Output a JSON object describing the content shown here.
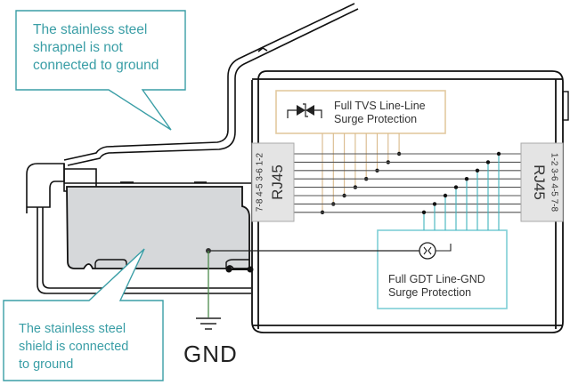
{
  "callouts": {
    "shrapnel": {
      "lines": [
        "The stainless steel",
        "shrapnel is not",
        "connected to ground"
      ]
    },
    "shield": {
      "lines": [
        "The stainless steel",
        "shield is connected",
        "to ground"
      ]
    }
  },
  "tvs_box": {
    "lines": [
      "Full TVS Line-Line",
      "Surge Protection"
    ],
    "icon": "tvs-diode-icon"
  },
  "gdt_box": {
    "lines": [
      "Full GDT Line-GND",
      "Surge Protection"
    ],
    "icon": "gas-discharge-tube-icon"
  },
  "rj45_left": {
    "label": "RJ45",
    "pins": "7-8 4-5 3-6 1-2"
  },
  "rj45_right": {
    "label": "RJ45",
    "pins": "1-2 3-6 4-5 7-8"
  },
  "ground": {
    "label": "GND",
    "icon": "ground-symbol-icon"
  },
  "colors": {
    "callout": "#3a9ea6",
    "tvs_border": "#e2c9a0",
    "tvs_lines": "#d9b98a",
    "gdt_border": "#7fcfd6",
    "gdt_lines": "#3fb3bd",
    "ground_wire": "#4a8a4a",
    "shield_fill": "#d6d8da",
    "rj45_fill": "#e4e4e4"
  }
}
